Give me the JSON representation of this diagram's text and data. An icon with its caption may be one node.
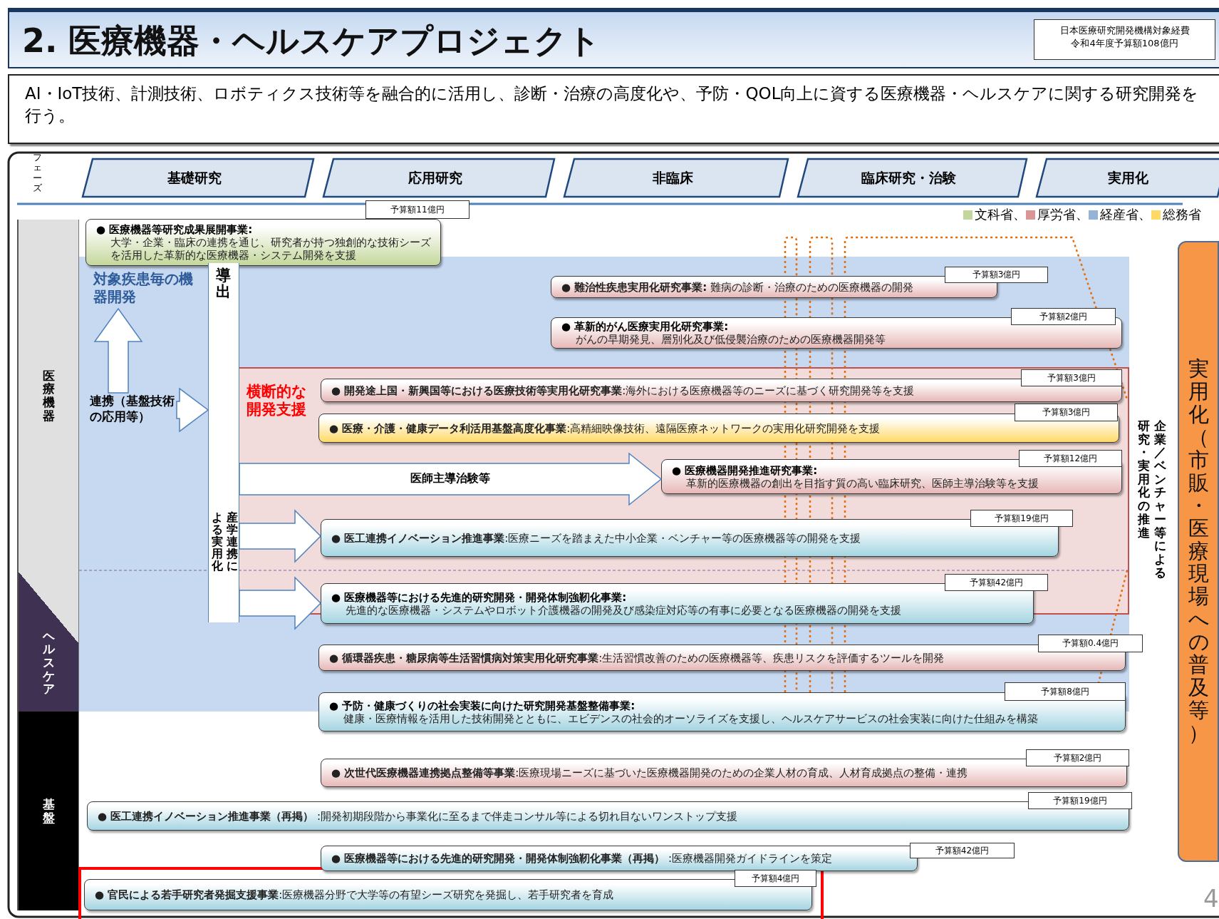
{
  "diagram": {
    "title": "2. 医療機器・ヘルスケアプロジェクト",
    "nodes": [
      {
        "text": [
          "日本医療研究開発機構対象経費令和4年度予算額108億円"
        ]
      },
      {
        "text": [
          "AI・IoT技術、計測技術、ロボティクス技術等を融合的に活用し、診断・治療の高度化や、予防・QOL向上に資する医療機器・ヘルスケアに関する研究開発を行う。"
        ]
      },
      {
        "text": [
          "基礎研究"
        ]
      },
      {
        "text": [
          "応用研究"
        ]
      },
      {
        "text": [
          "非臨床"
        ]
      },
      {
        "text": [
          "臨床研究・治験"
        ]
      },
      {
        "text": [
          "実用化"
        ]
      },
      {
        "text": [
          "医療機器"
        ]
      },
      {
        "text": [
          "● 医療機器等研究成果展開事業:",
          "大学・企業・臨床の連携を通じ、研究者が持つ独創的な技術シーズを活用した革新的な医療機器・システム開発を支援"
        ],
        "beside": [
          "予算額11億円"
        ]
      },
      {
        "text": [
          "対象疾患毎の機器開発"
        ]
      },
      {
        "text": [
          "導出"
        ]
      },
      {
        "text": [
          "**● 難治性疾患実用化研究事業:** 難病の診断・治療のための医療機器の開発"
        ],
        "beside": [
          "予算額3億円"
        ]
      },
      {
        "text": [
          "● 革新的がん医療実用化研究事業:",
          "がんの早期発見、層別化及び低侵襲治療のための医療機器開発等"
        ],
        "beside": [
          "予算額2億円"
        ]
      },
      {
        "text": [
          "横断的な開発支援"
        ]
      },
      {
        "text": [
          "**● 開発途上国・新興国等における医療技術等実用化研究事業**:海外における医療機器等のニーズに基づく研究開発等を支援"
        ],
        "in": 13,
        "beside": [
          "予算額3億円"
        ]
      },
      {
        "text": [
          "**● 医療・介護・健康データ利活用基盤高度化事業**:高精細映像技術、遠隔医療ネットワークの実用化研究開発を支援"
        ],
        "in": 13,
        "beside": [
          "予算額3億円"
        ]
      },
      {
        "text": [
          "連携（基盤技術の応用等）"
        ]
      },
      {
        "text": [
          "● 医療機器開発推進研究事業:",
          "革新的医療機器の創出を目指す質の高い臨床研究、医師主導治験等を支援"
        ],
        "in": 13,
        "beside": [
          "予算額12億円"
        ]
      },
      {
        "text": [
          "産学連携による実用化"
        ],
        "in": 10
      },
      {
        "text": [
          "**● 医工連携イノベーション推進事業**:医療ニーズを踏まえた中小企業・ベンチャー等の医療機器等の開発を支援"
        ],
        "in": 13,
        "beside": [
          "予算額19億円"
        ]
      },
      {
        "text": [
          "ヘルスケア"
        ]
      },
      {
        "text": [
          "● 医療機器等における先進的研究開発・開発体制強靭化事業:",
          "先進的な医療機器・システムやロボット介護機器の開発及び感染症対応等の有事に必要となる医療機器の開発を支援"
        ],
        "beside": [
          "予算額42億円"
        ]
      },
      {
        "text": [
          "**● 循環器疾患・糖尿病等生活習慣病対策実用化研究事業**:生活習慣改善のための医療機器等、疾患リスクを評価するツールを開発"
        ],
        "beside": [
          "予算額0.4億円"
        ]
      },
      {
        "text": [
          "● 予防・健康づくりの社会実装に向けた研究開発基盤整備事業:",
          "健康・医療情報を活用した技術開発とともに、エビデンスの社会的オーソライズを支援し、ヘルスケアサービスの社会実装に向けた仕組みを構築"
        ],
        "beside": [
          "予算額8億円"
        ]
      },
      {
        "text": [
          "基盤"
        ]
      },
      {
        "text": [
          "**● 次世代医療機器連携拠点整備等事業**:医療現場ニーズに基づいた医療機器開発のための企業人材の育成、人材育成拠点の整備・連携"
        ],
        "beside": [
          "予算額2億円"
        ]
      },
      {
        "text": [
          "**● 医工連携イノベーション推進事業（再掲）** :開発初期段階から事業化に至るまで伴走コンサル等による切れ目ないワンストップ支援"
        ],
        "beside": [
          "予算額19億円"
        ]
      },
      {
        "text": [
          "**● 医療機器等における先進的研究開発・開発体制強靭化事業（再掲）** :医療機器開発ガイドラインを策定"
        ],
        "beside": [
          "予算額42億円"
        ]
      },
      {
        "text": [
          "**● 官民による若手研究者発掘支援事業**:医療機器分野で大学等の有望シーズ研究を発掘し、若手研究者を育成"
        ],
        "beside": [
          "予算額4億円"
        ]
      },
      {
        "text": [
          "実用化（市販・医療現場への普及等）"
        ]
      }
    ],
    "edges": [
      {
        "from": 16,
        "to": 9,
        "arrow": "to",
        "style": "thick"
      },
      {
        "from": 16,
        "to": 10,
        "arrow": "to",
        "style": "thick"
      },
      {
        "from": 10,
        "to": 17,
        "arrow": "to",
        "style": "thick",
        "label": "医師主導治験等"
      },
      {
        "from": 18,
        "to": 19,
        "arrow": "to",
        "style": "thick"
      },
      {
        "from": 18,
        "to": 21,
        "arrow": "to",
        "style": "thick"
      }
    ],
    "labels": [
      "フェーズ",
      "企業／ベンチャー等による研究・実用化の推進",
      "4"
    ],
    "legend": [
      {
        "text": "文科省、",
        "color": "#c3d69b"
      },
      {
        "text": "厚労省、",
        "color": "#d99694"
      },
      {
        "text": "経産省、",
        "color": "#95b3d7"
      },
      {
        "text": "総務省",
        "color": "#ffd966"
      }
    ]
  }
}
